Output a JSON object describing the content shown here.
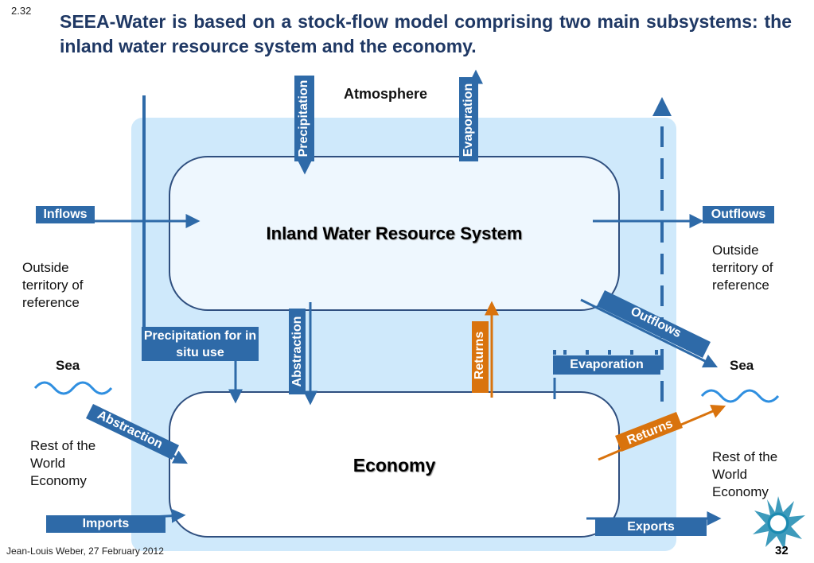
{
  "slide_number": "2.32",
  "title": "SEEA-Water is based on a stock-flow model comprising two main subsystems: the inland water resource system and the economy.",
  "diagram": {
    "atmosphere": "Atmosphere",
    "inland_system": "Inland Water Resource System",
    "economy": "Economy",
    "flows": {
      "precipitation": "Precipitation",
      "evaporation_top": "Evaporation",
      "inflows": "Inflows",
      "outflows_right": "Outflows",
      "outflows_diag": "Outflows",
      "precipitation_in_situ": "Precipitation for in situ use",
      "abstraction_vertical": "Abstraction",
      "returns_vertical": "Returns",
      "evaporation_economy": "Evaporation",
      "abstraction_sea": "Abstraction",
      "returns_diag": "Returns",
      "imports": "Imports",
      "exports": "Exports"
    },
    "left": {
      "outside_territory": "Outside territory of reference",
      "sea": "Sea",
      "rest_of_world": "Rest of the World Economy"
    },
    "right": {
      "outside_territory": "Outside territory of reference",
      "sea": "Sea",
      "rest_of_world": "Rest of the World Economy"
    },
    "colors": {
      "territory_fill": "#cfe9fb",
      "flow_blue": "#2e6aa8",
      "flow_orange": "#d9730d",
      "sea_wave": "#2f8fe0"
    }
  },
  "footer": "Jean-Louis Weber, 27 February 2012",
  "page_number": "32"
}
